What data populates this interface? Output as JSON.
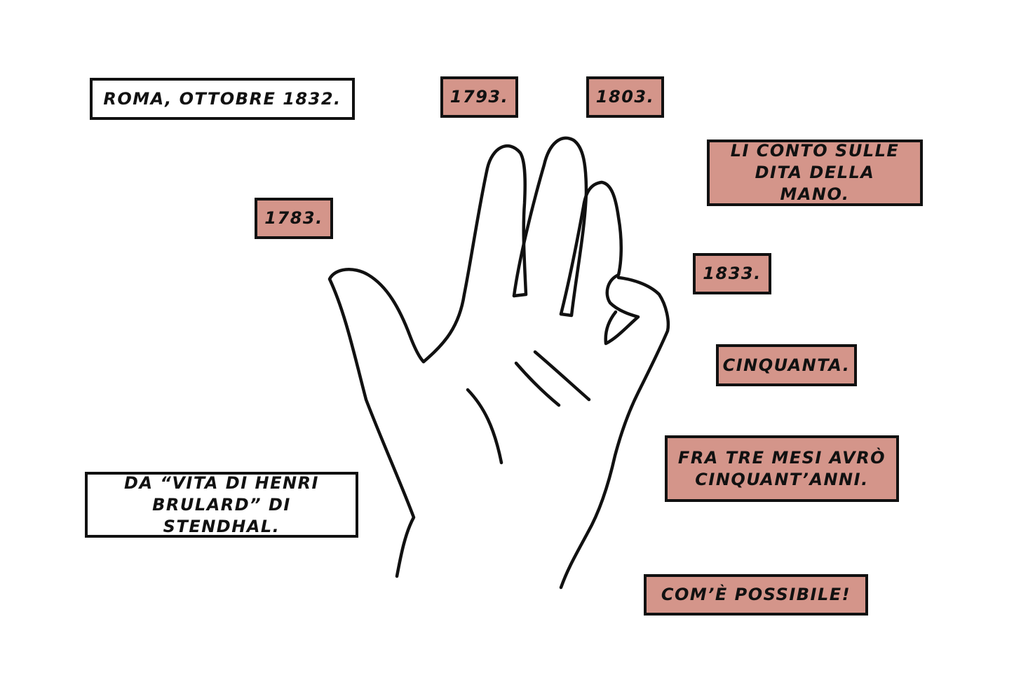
{
  "illustration": {
    "name": "hand-drawing",
    "stroke_color": "#111111"
  },
  "colors": {
    "background": "#ffffff",
    "caption_pink": "#d4958a",
    "caption_white": "#ffffff",
    "border": "#111111"
  },
  "captions": {
    "roma": "ROMA, OTTOBRE 1832.",
    "year_1793": "1793.",
    "year_1803": "1803.",
    "conto": "LI CONTO SULLE\nDITA DELLA MANO.",
    "year_1783": "1783.",
    "year_1833": "1833.",
    "cinquanta": "CINQUANTA.",
    "tre_mesi": "FRA TRE MESI AVRÒ\nCINQUANT’ANNI.",
    "vita": "DA “VITA DI HENRI\nBRULARD” DI STENDHAL.",
    "possibile": "COM’È POSSIBILE!"
  }
}
